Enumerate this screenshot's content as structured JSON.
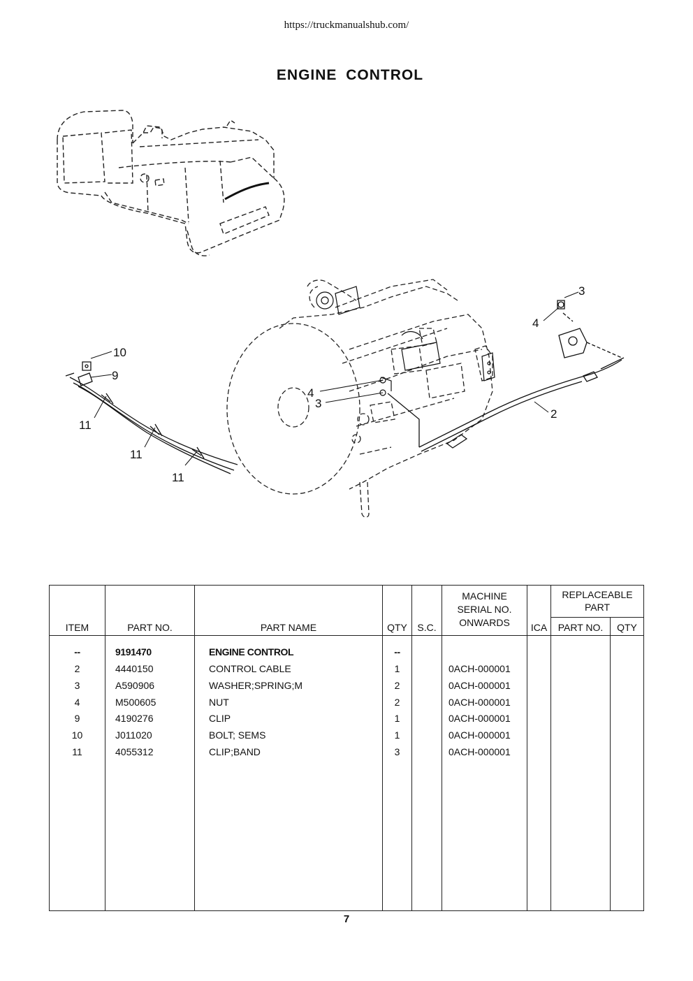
{
  "header": {
    "url": "https://truckmanualshub.com/"
  },
  "page_title": "ENGINE  CONTROL",
  "diagram": {
    "callouts": [
      "10",
      "9",
      "11",
      "11",
      "11",
      "4",
      "3",
      "3",
      "4",
      "2"
    ]
  },
  "table": {
    "headers": {
      "item": "ITEM",
      "part_no": "PART NO.",
      "part_name": "PART NAME",
      "qty": "QTY",
      "sc": "S.C.",
      "serial_line1": "MACHINE",
      "serial_line2": "SERIAL NO.",
      "serial_line3": "ONWARDS",
      "ica": "ICA",
      "replaceable_line1": "REPLACEABLE",
      "replaceable_line2": "PART",
      "rep_part_no": "PART NO.",
      "rep_qty": "QTY"
    },
    "rows": [
      {
        "item": "--",
        "part_no": "9191470",
        "part_name": "ENGINE CONTROL",
        "qty": "--",
        "sc": "",
        "serial": "",
        "ica": "",
        "rep_part_no": "",
        "rep_qty": ""
      },
      {
        "item": "2",
        "part_no": "4440150",
        "part_name": "CONTROL CABLE",
        "qty": "1",
        "sc": "",
        "serial": "0ACH-000001",
        "ica": "",
        "rep_part_no": "",
        "rep_qty": ""
      },
      {
        "item": "3",
        "part_no": "A590906",
        "part_name": "WASHER;SPRING;M",
        "qty": "2",
        "sc": "",
        "serial": "0ACH-000001",
        "ica": "",
        "rep_part_no": "",
        "rep_qty": ""
      },
      {
        "item": "4",
        "part_no": "M500605",
        "part_name": "NUT",
        "qty": "2",
        "sc": "",
        "serial": "0ACH-000001",
        "ica": "",
        "rep_part_no": "",
        "rep_qty": ""
      },
      {
        "item": "9",
        "part_no": "4190276",
        "part_name": "CLIP",
        "qty": "1",
        "sc": "",
        "serial": "0ACH-000001",
        "ica": "",
        "rep_part_no": "",
        "rep_qty": ""
      },
      {
        "item": "10",
        "part_no": "J011020",
        "part_name": "BOLT; SEMS",
        "qty": "1",
        "sc": "",
        "serial": "0ACH-000001",
        "ica": "",
        "rep_part_no": "",
        "rep_qty": ""
      },
      {
        "item": "11",
        "part_no": "4055312",
        "part_name": "CLIP;BAND",
        "qty": "3",
        "sc": "",
        "serial": "0ACH-000001",
        "ica": "",
        "rep_part_no": "",
        "rep_qty": ""
      }
    ]
  },
  "footer": {
    "page_number": "7"
  }
}
